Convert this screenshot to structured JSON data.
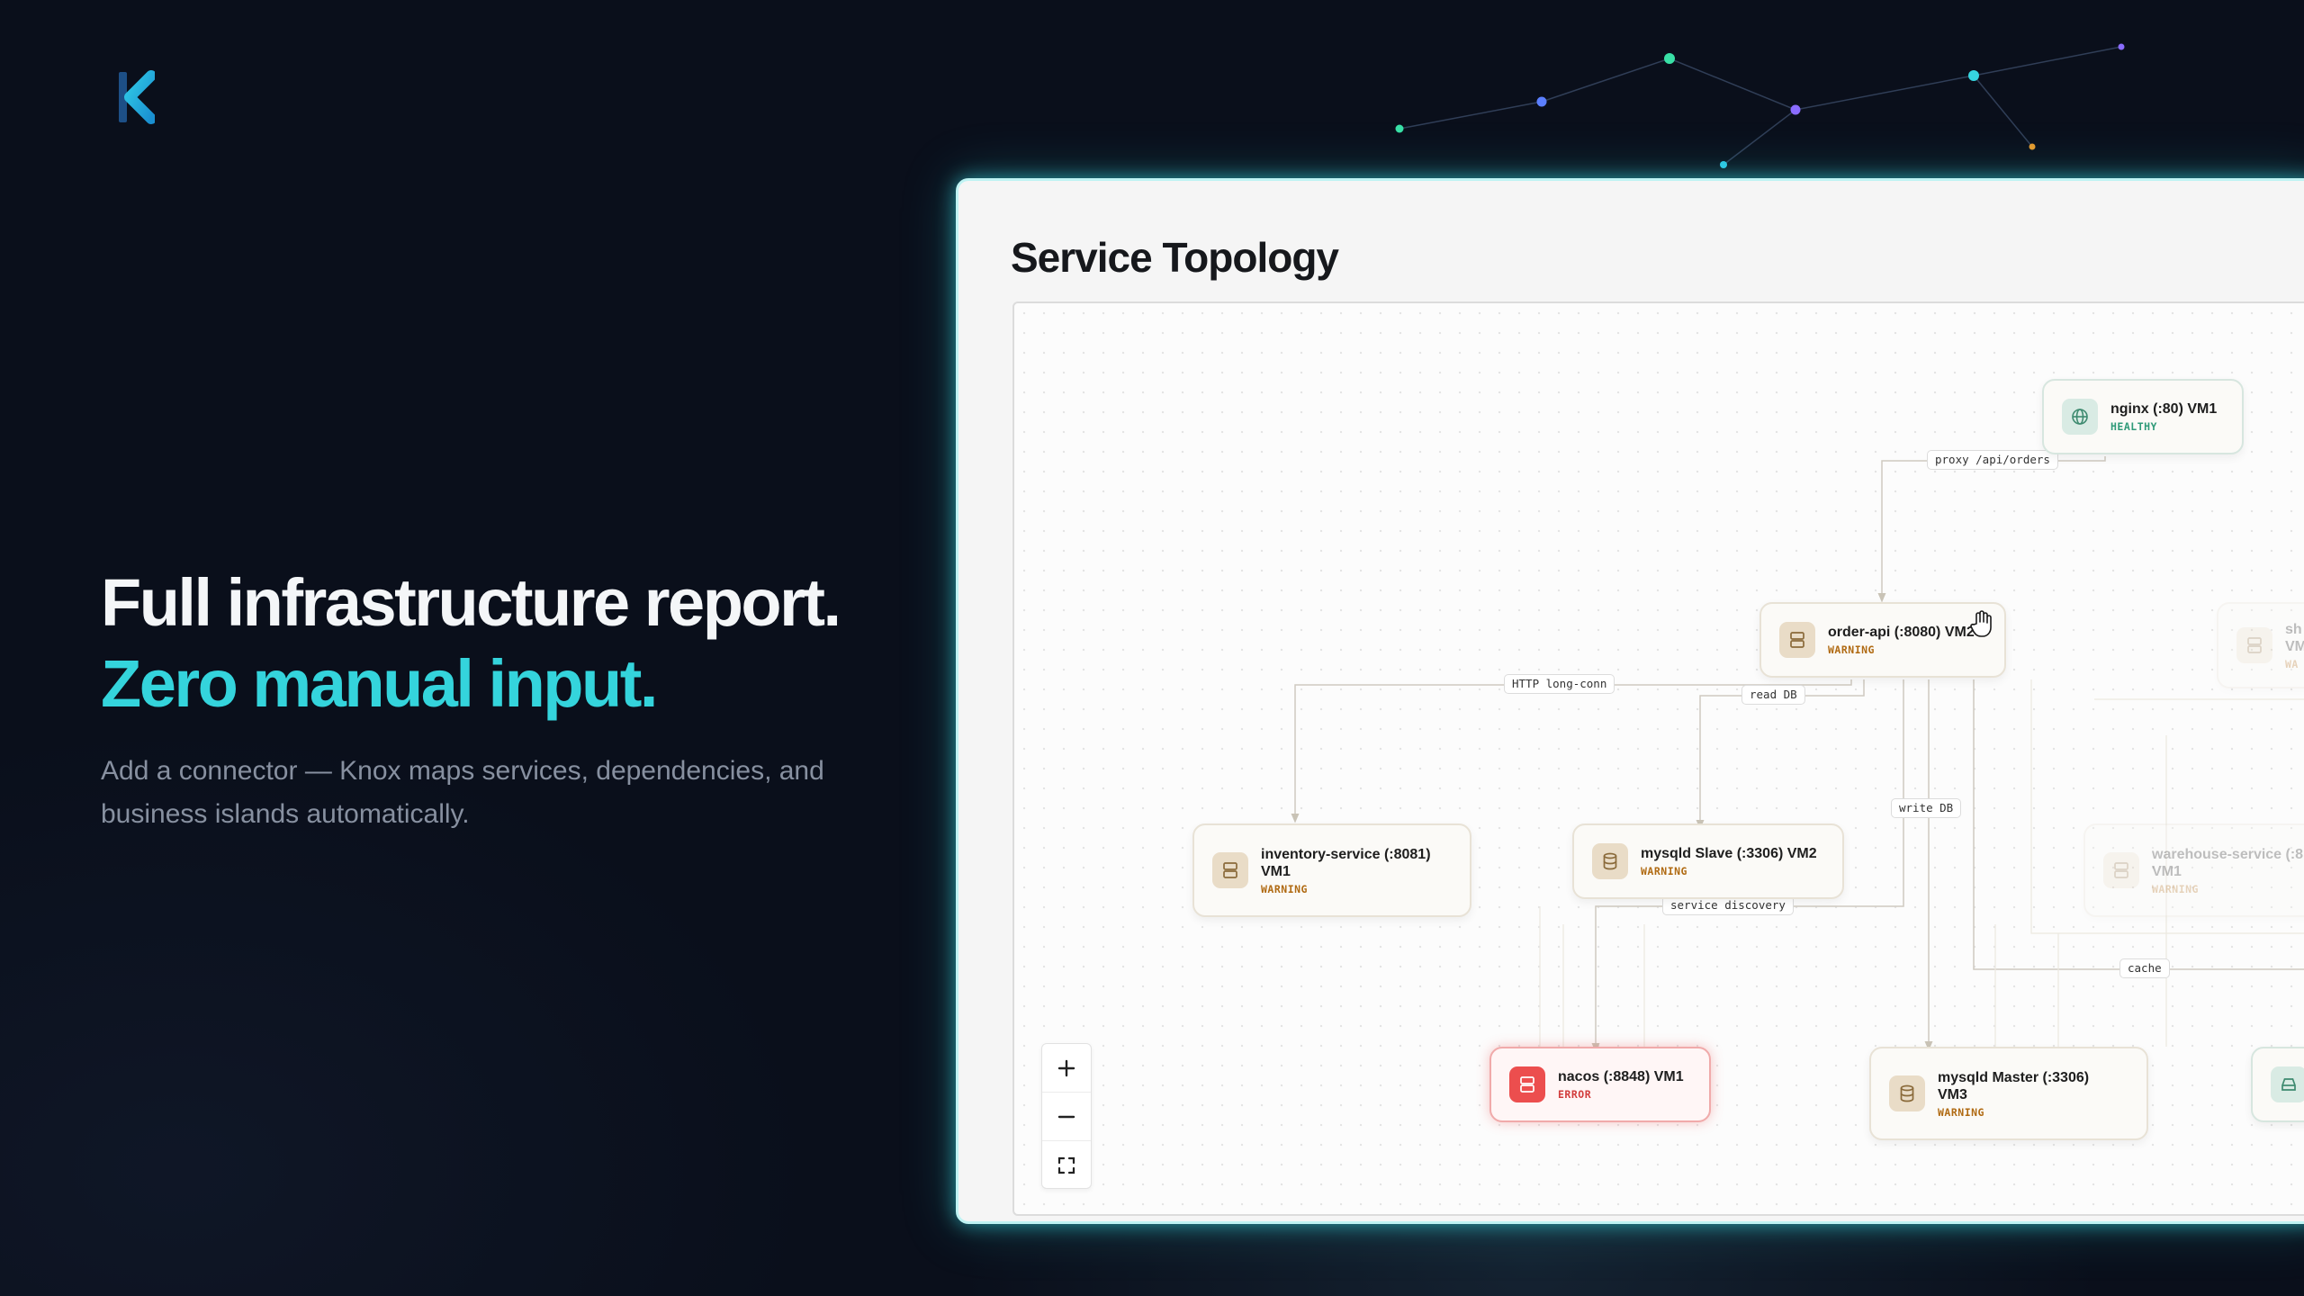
{
  "hero": {
    "title_line1": "Full infrastructure report.",
    "title_line2": "Zero manual input.",
    "subtitle": "Add a connector — Knox maps services, dependencies, and business islands automatically."
  },
  "panel": {
    "title": "Service Topology"
  },
  "nodes": {
    "nginx": {
      "name": "nginx (:80) VM1",
      "status": "HEALTHY"
    },
    "order_api": {
      "name": "order-api (:8080) VM2",
      "status": "WARNING"
    },
    "inventory": {
      "name_line1": "inventory-service (:8081)",
      "name_line2": "VM1",
      "status": "WARNING"
    },
    "mysql_slave": {
      "name": "mysqld Slave (:3306) VM2",
      "status": "WARNING"
    },
    "nacos": {
      "name": "nacos (:8848) VM1",
      "status": "ERROR"
    },
    "mysql_master": {
      "name_line1": "mysqld Master (:3306)",
      "name_line2": "VM3",
      "status": "WARNING"
    },
    "warehouse": {
      "name_line1": "warehouse-service (:8",
      "name_line2": "VM1",
      "status": "WARNING"
    },
    "sh": {
      "name_line1": "sh",
      "name_line2": "VM",
      "status": "WA"
    }
  },
  "edges": {
    "proxy": "proxy /api/orders",
    "http": "HTTP long-conn",
    "read_db": "read DB",
    "write_db": "write DB",
    "service_discovery": "service discovery",
    "cache": "cache"
  },
  "colors": {
    "accent": "#34d4dc",
    "warning": "#b06a12",
    "healthy": "#2f9a78",
    "error": "#d23c3c"
  }
}
